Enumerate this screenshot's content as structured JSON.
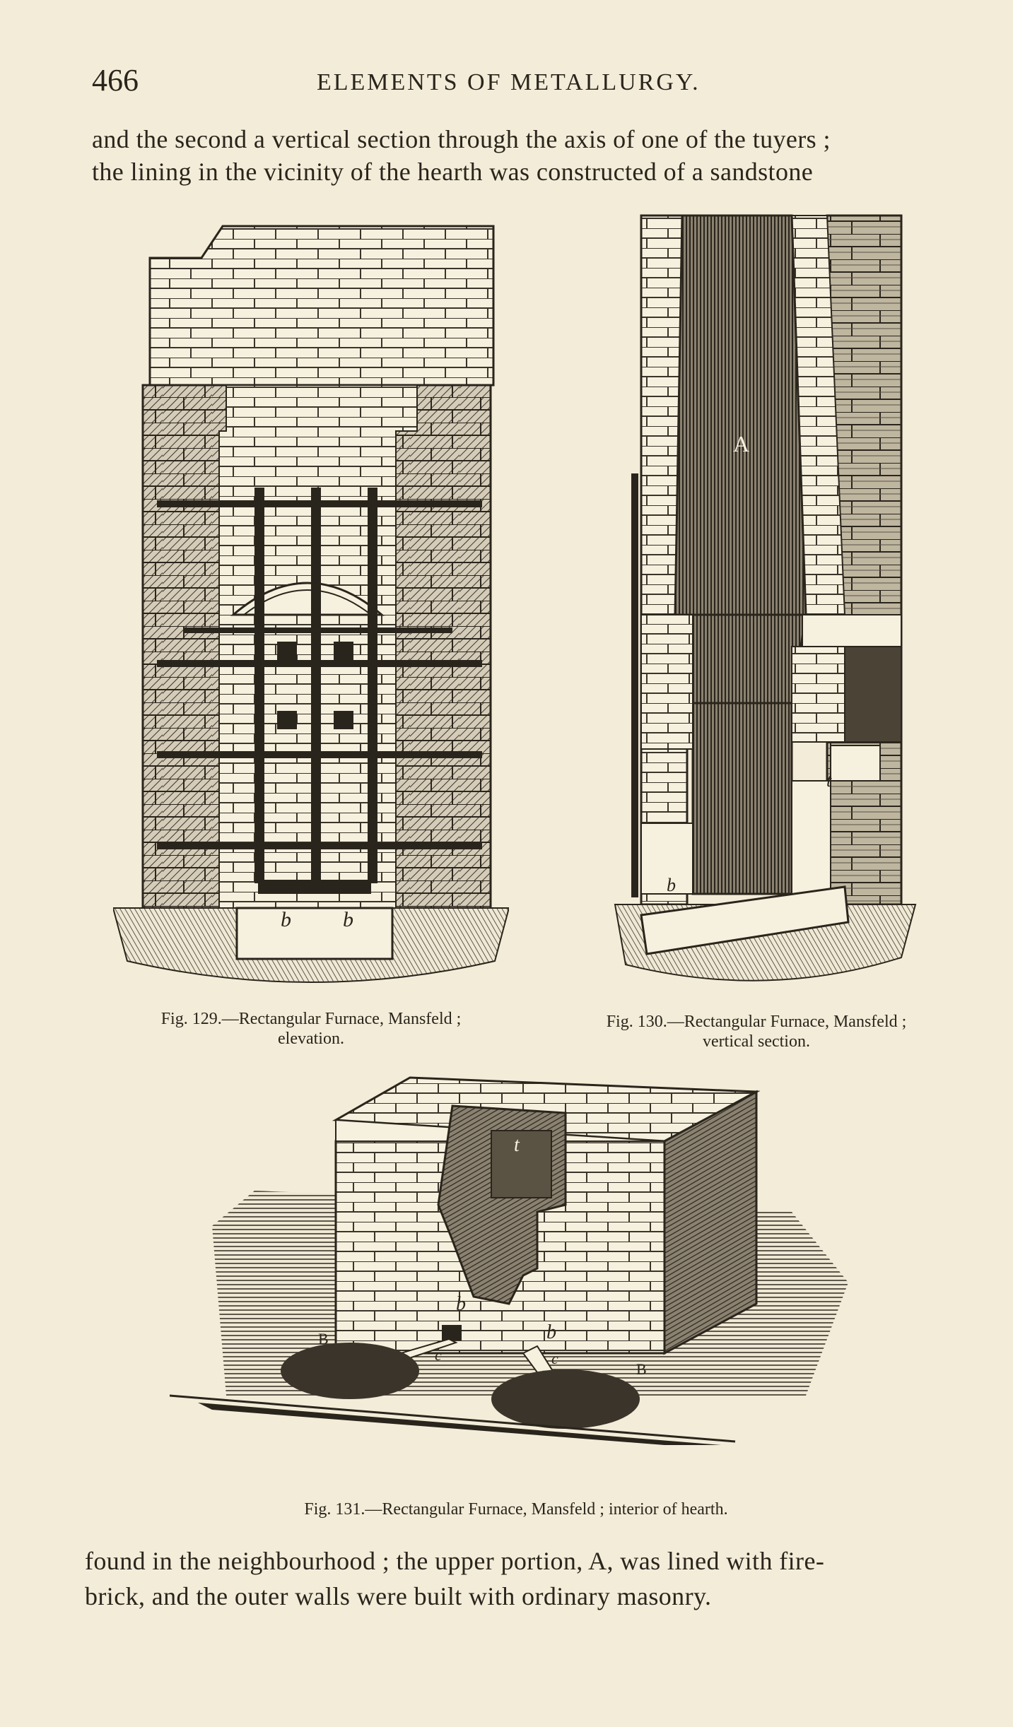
{
  "header": {
    "page_number": "466",
    "running_title": "ELEMENTS OF METALLURGY."
  },
  "body_top": {
    "line1": "and the second a vertical section through the axis of one of the tuyers ;",
    "line2": "the lining in the vicinity of the hearth was constructed of a sandstone"
  },
  "figures": {
    "fig129": {
      "caption_line1": "Fig. 129.—Rectangular Furnace, Mansfeld ;",
      "caption_line2": "elevation.",
      "labels": {
        "b_left": "b",
        "b_right": "b"
      }
    },
    "fig130": {
      "caption_line1": "Fig. 130.—Rectangular Furnace, Mansfeld ;",
      "caption_line2": "vertical section.",
      "labels": {
        "A": "A",
        "t": "t",
        "b": "b"
      }
    },
    "fig131": {
      "caption": "Fig. 131.—Rectangular Furnace, Mansfeld ; interior of hearth.",
      "labels": {
        "t": "t",
        "b_left": "b",
        "b_right": "b",
        "B_left": "B",
        "B_right": "B",
        "c_left": "c",
        "c_right": "c"
      }
    }
  },
  "body_bottom": {
    "line1": "found in the neighbourhood ; the upper portion, A, was lined with fire-",
    "line2": "brick, and the outer walls were built with ordinary masonry."
  }
}
